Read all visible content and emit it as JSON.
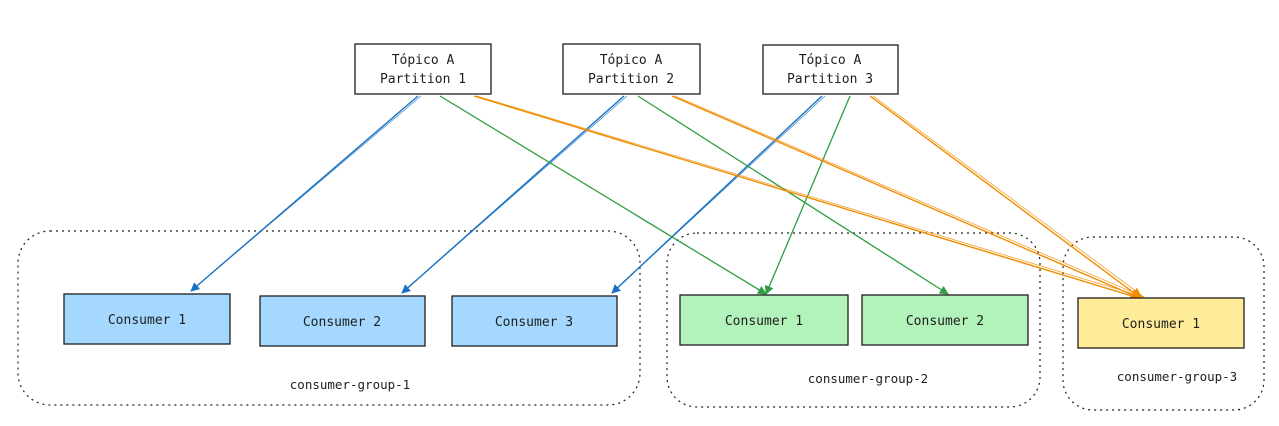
{
  "colors": {
    "blue_fill": "#a5d8ff",
    "blue_stroke": "#1971c2",
    "green_fill": "#b2f2bb",
    "green_stroke": "#2f9e44",
    "yellow_fill": "#ffec99",
    "orange_stroke": "#f08c00",
    "outline": "#1e1e1e"
  },
  "partitions": [
    {
      "id": "p1",
      "line1": "Tópico A",
      "line2": "Partition 1"
    },
    {
      "id": "p2",
      "line1": "Tópico A",
      "line2": "Partition 2"
    },
    {
      "id": "p3",
      "line1": "Tópico A",
      "line2": "Partition 3"
    }
  ],
  "groups": [
    {
      "id": "g1",
      "label": "consumer-group-1",
      "color": "blue",
      "consumers": [
        {
          "id": "g1c1",
          "label": "Consumer 1"
        },
        {
          "id": "g1c2",
          "label": "Consumer 2"
        },
        {
          "id": "g1c3",
          "label": "Consumer 3"
        }
      ]
    },
    {
      "id": "g2",
      "label": "consumer-group-2",
      "color": "green",
      "consumers": [
        {
          "id": "g2c1",
          "label": "Consumer 1"
        },
        {
          "id": "g2c2",
          "label": "Consumer 2"
        }
      ]
    },
    {
      "id": "g3",
      "label": "consumer-group-3",
      "color": "yellow",
      "consumers": [
        {
          "id": "g3c1",
          "label": "Consumer 1"
        }
      ]
    }
  ],
  "edges": [
    {
      "from": "p1",
      "to": "g1c1",
      "color": "blue"
    },
    {
      "from": "p2",
      "to": "g1c2",
      "color": "blue"
    },
    {
      "from": "p3",
      "to": "g1c3",
      "color": "blue"
    },
    {
      "from": "p1",
      "to": "g2c1",
      "color": "green"
    },
    {
      "from": "p2",
      "to": "g2c2",
      "color": "green"
    },
    {
      "from": "p3",
      "to": "g2c1",
      "color": "green"
    },
    {
      "from": "p1",
      "to": "g3c1",
      "color": "orange"
    },
    {
      "from": "p2",
      "to": "g3c1",
      "color": "orange"
    },
    {
      "from": "p3",
      "to": "g3c1",
      "color": "orange"
    }
  ]
}
